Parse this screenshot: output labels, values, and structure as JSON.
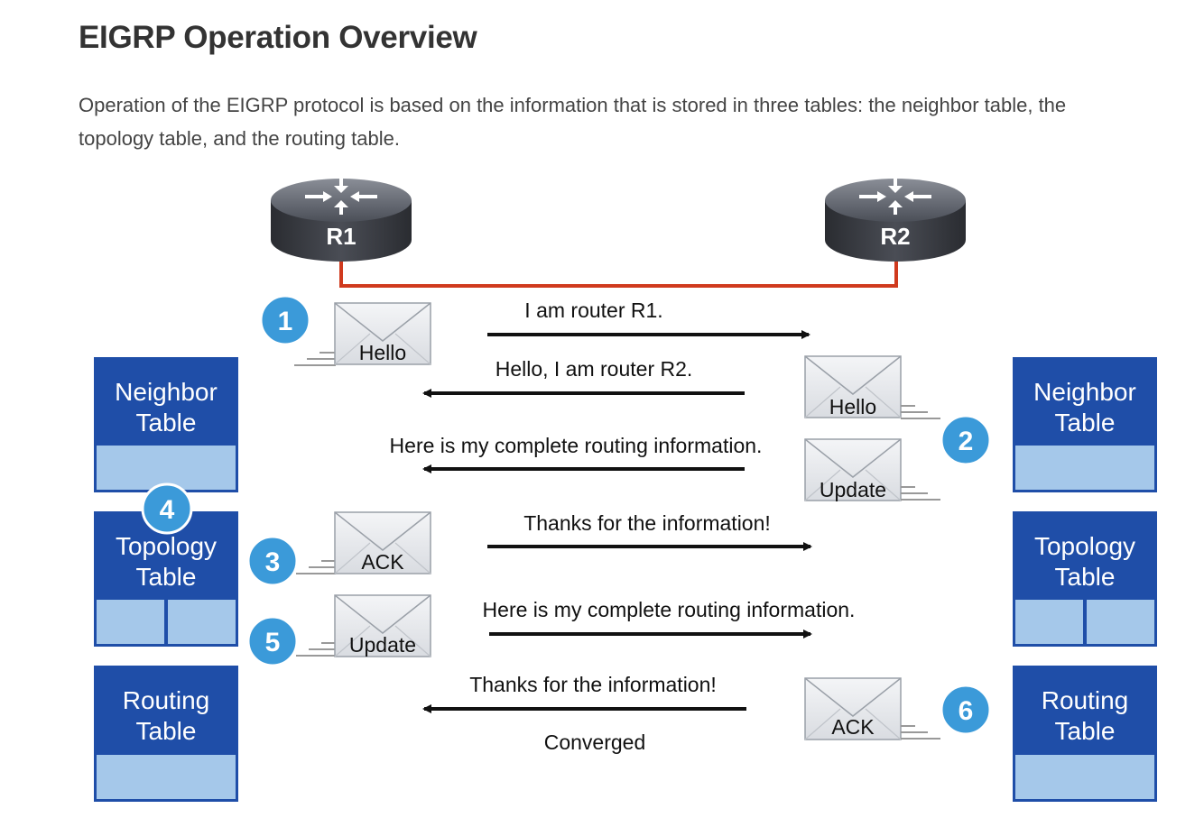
{
  "page": {
    "title": "EIGRP Operation Overview",
    "intro": "Operation of the EIGRP protocol is based on the information that is stored in three tables: the neighbor table, the topology table, and the routing table."
  },
  "routers": {
    "r1": "R1",
    "r2": "R2"
  },
  "tables": {
    "left": {
      "neighbor": [
        "Neighbor",
        "Table"
      ],
      "topology": [
        "Topology",
        "Table"
      ],
      "routing": [
        "Routing",
        "Table"
      ]
    },
    "right": {
      "neighbor": [
        "Neighbor",
        "Table"
      ],
      "topology": [
        "Topology",
        "Table"
      ],
      "routing": [
        "Routing",
        "Table"
      ]
    }
  },
  "steps": [
    "1",
    "2",
    "3",
    "4",
    "5",
    "6"
  ],
  "messages": {
    "m1": "I am router R1.",
    "m2": "Hello, I am router R2.",
    "m3": "Here is my complete routing information.",
    "m4": "Thanks for the information!",
    "m5": "Here is my complete routing information.",
    "m6": "Thanks for the information!",
    "converged": "Converged"
  },
  "packets": {
    "p1": "Hello",
    "p2": "Hello",
    "p3": "Update",
    "p4": "ACK",
    "p5": "Update",
    "p6": "ACK"
  },
  "colors": {
    "table_dark": "#1f4ea8",
    "table_light": "#a5c8ea",
    "badge": "#3b9ad9",
    "link": "#d03a1e",
    "router": "#3a3d44"
  }
}
